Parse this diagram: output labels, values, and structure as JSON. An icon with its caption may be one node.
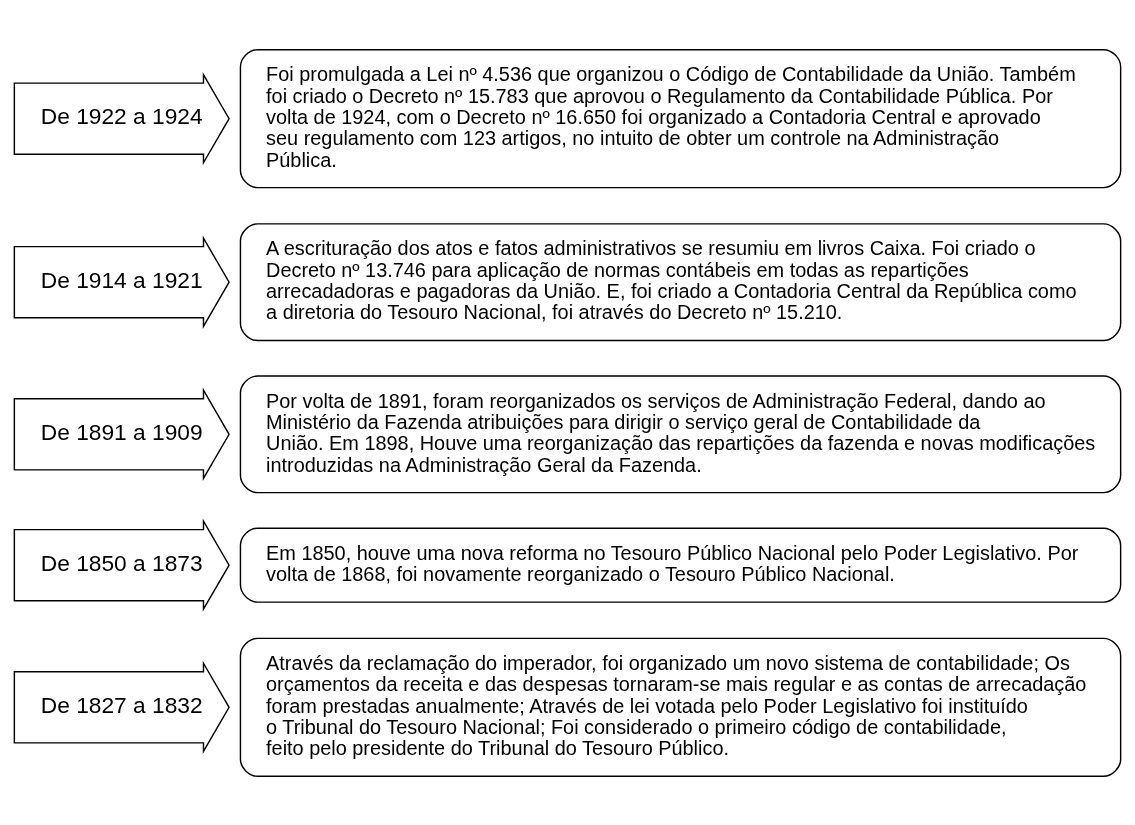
{
  "diagram": {
    "nodes": [
      {
        "text": [
          "De 1827 a 1832"
        ]
      },
      {
        "text": [
          "Através da reclamação do imperador, foi organizado um novo sistema de contabilidade; Os orçamentos da receita e das despesas tornaram-se mais regular e as contas de arrecadação foram prestadas anualmente; Através de lei votada pelo Poder Legislativo foi instituído o Tribunal do Tesouro Nacional; Foi considerado o primeiro código de contabilidade, feito pelo presidente do Tribunal do Tesouro Público."
        ]
      },
      {
        "text": [
          "De 1850 a 1873"
        ]
      },
      {
        "text": [
          "Em 1850, houve uma nova reforma no Tesouro Público Nacional pelo Poder Legislativo. Por volta de 1868, foi novamente reorganizado o Tesouro Público Nacional."
        ]
      },
      {
        "text": [
          "De 1891 a 1909"
        ]
      },
      {
        "text": [
          "Por volta de 1891, foram reorganizados os serviços de Administração Federal, dando ao Ministério da Fazenda atribuições para dirigir o serviço geral de Contabilidade da União. Em 1898, Houve uma reorganização das repartições da fazenda e novas modificações introduzidas na Administração Geral da Fazenda."
        ]
      },
      {
        "text": [
          "De 1914 a 1921"
        ]
      },
      {
        "text": [
          "A escrituração dos atos e fatos administrativos se resumiu em livros Caixa. Foi criado o Decreto nº 13.746 para aplicação de normas contábeis em todas as repartições arrecadadoras e pagadoras da União. E, foi criado a Contadoria Central da República como a diretoria do Tesouro Nacional, foi através do Decreto nº 15.210."
        ]
      },
      {
        "text": [
          "De 1922 a 1924"
        ]
      },
      {
        "text": [
          "Foi promulgada a Lei nº 4.536 que organizou o Código de Contabilidade da União. Também foi criado o Decreto nº 15.783 que aprovou o Regulamento da Contabilidade Pública. Por volta de 1924, com o Decreto nº 16.650 foi organizado a Contadoria Central e aprovado seu regulamento com 123 artigos, no intuito de obter um controle na Administração Pública."
        ]
      }
    ],
    "edges": []
  }
}
